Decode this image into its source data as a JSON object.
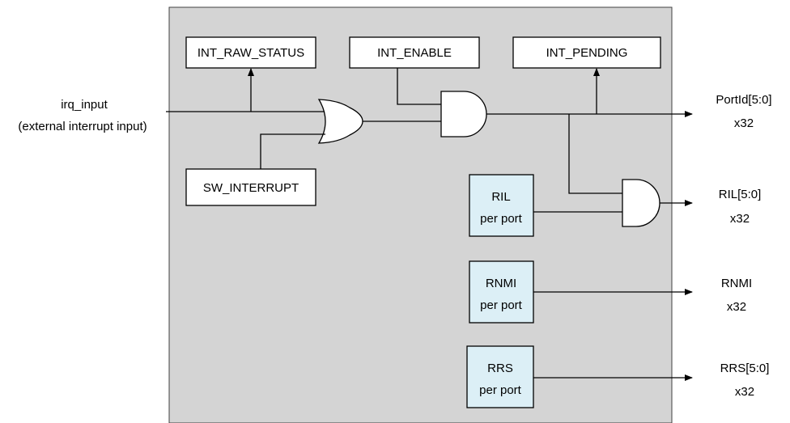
{
  "colors": {
    "block_fill": "#d4d4d4",
    "block_stroke": "#404040",
    "register_fill": "#ffffff",
    "per_port_fill": "#dceff6",
    "wire": "#000000"
  },
  "input": {
    "line1": "irq_input",
    "line2": "(external interrupt input)"
  },
  "registers": {
    "raw_status": "INT_RAW_STATUS",
    "enable": "INT_ENABLE",
    "pending": "INT_PENDING",
    "sw_interrupt": "SW_INTERRUPT"
  },
  "per_port": {
    "ril": {
      "line1": "RIL",
      "line2": "per port"
    },
    "rnmi": {
      "line1": "RNMI",
      "line2": "per port"
    },
    "rrs": {
      "line1": "RRS",
      "line2": "per port"
    }
  },
  "outputs": {
    "portid": {
      "line1": "PortId[5:0]",
      "line2": "x32"
    },
    "ril": {
      "line1": "RIL[5:0]",
      "line2": "x32"
    },
    "rnmi": {
      "line1": "RNMI",
      "line2": "x32"
    },
    "rrs": {
      "line1": "RRS[5:0]",
      "line2": "x32"
    }
  },
  "gates": {
    "or_gate": "or-gate-icon",
    "and_gate_enable": "and-gate-icon",
    "and_gate_ril": "and-gate-icon"
  }
}
